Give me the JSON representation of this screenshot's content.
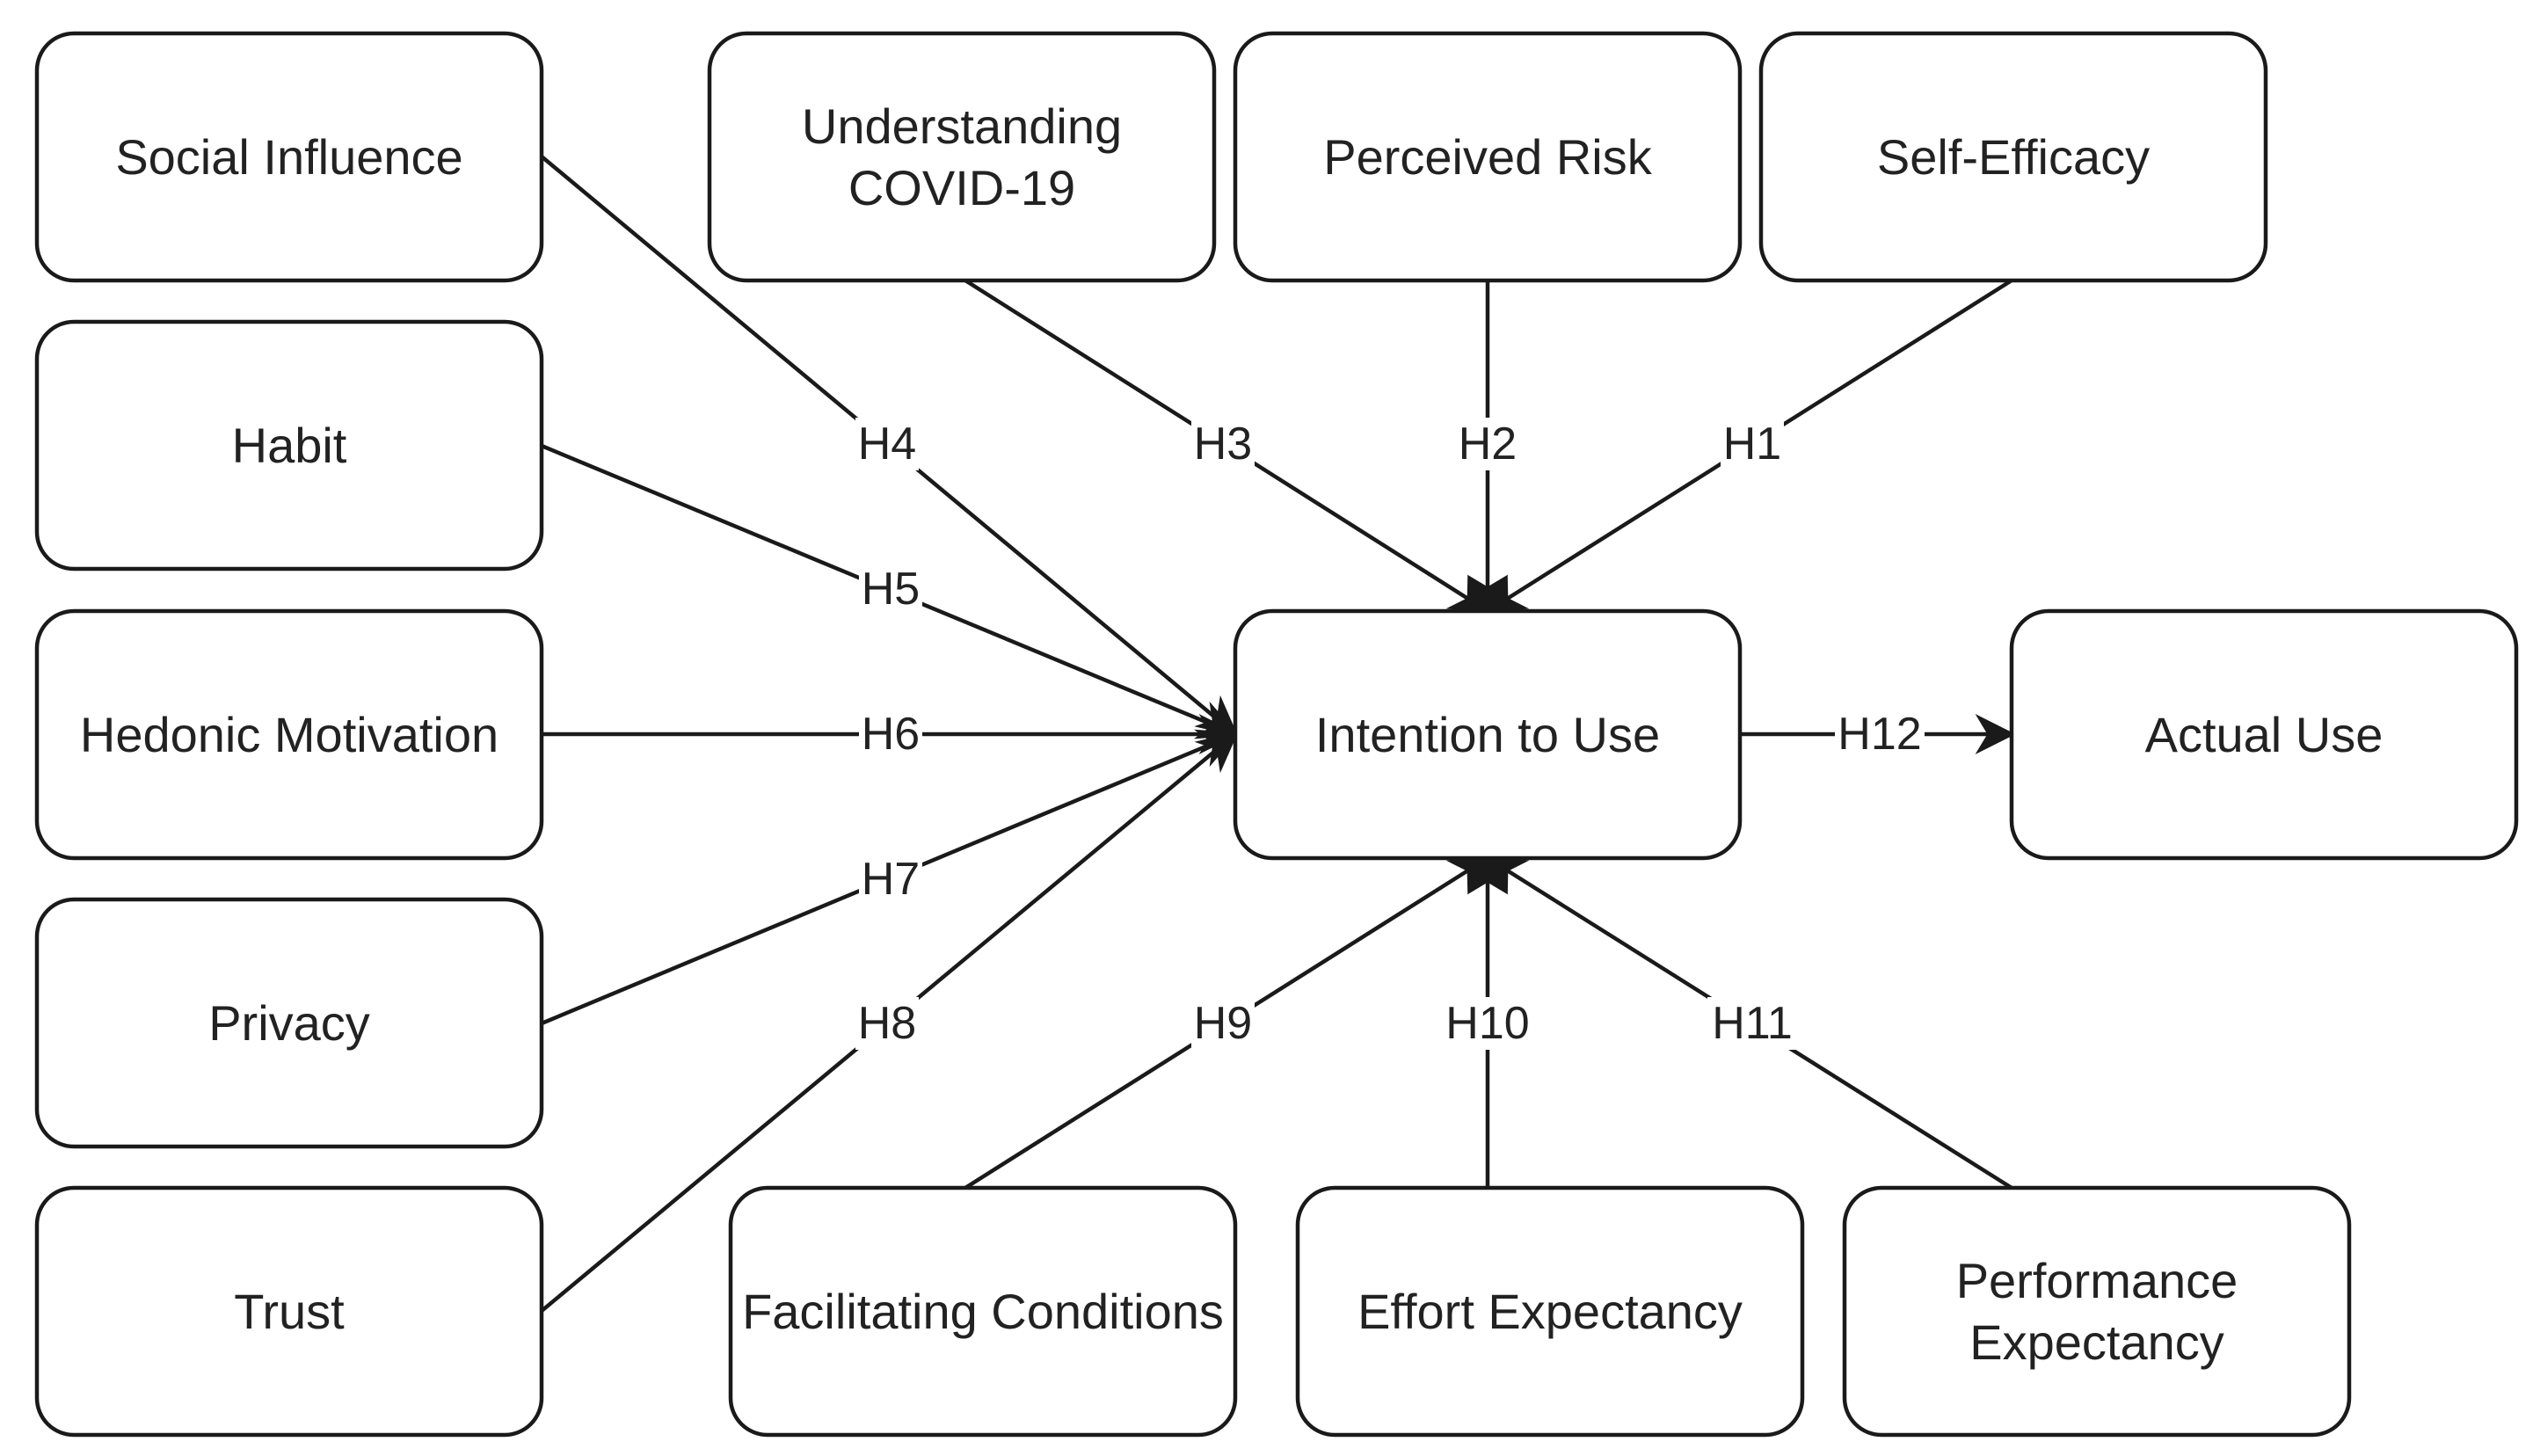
{
  "nodes": [
    {
      "id": "social-influence",
      "lines": [
        "Social Influence"
      ]
    },
    {
      "id": "habit",
      "lines": [
        "Habit"
      ]
    },
    {
      "id": "hedonic-motivation",
      "lines": [
        "Hedonic Motivation"
      ]
    },
    {
      "id": "privacy",
      "lines": [
        "Privacy"
      ]
    },
    {
      "id": "trust",
      "lines": [
        "Trust"
      ]
    },
    {
      "id": "understanding-covid-19",
      "lines": [
        "Understanding",
        "COVID-19"
      ]
    },
    {
      "id": "perceived-risk",
      "lines": [
        "Perceived Risk"
      ]
    },
    {
      "id": "self-efficacy",
      "lines": [
        "Self-Efficacy"
      ]
    },
    {
      "id": "intention-to-use",
      "lines": [
        "Intention to Use"
      ]
    },
    {
      "id": "actual-use",
      "lines": [
        "Actual Use"
      ]
    },
    {
      "id": "facilitating-conditions",
      "lines": [
        "Facilitating Conditions"
      ]
    },
    {
      "id": "effort-expectancy",
      "lines": [
        "Effort Expectancy"
      ]
    },
    {
      "id": "performance-expectancy",
      "lines": [
        "Performance",
        "Expectancy"
      ]
    }
  ],
  "edges": [
    {
      "from": "self-efficacy",
      "to": "intention-to-use",
      "label": "H1"
    },
    {
      "from": "perceived-risk",
      "to": "intention-to-use",
      "label": "H2"
    },
    {
      "from": "understanding-covid-19",
      "to": "intention-to-use",
      "label": "H3"
    },
    {
      "from": "social-influence",
      "to": "intention-to-use",
      "label": "H4"
    },
    {
      "from": "habit",
      "to": "intention-to-use",
      "label": "H5"
    },
    {
      "from": "hedonic-motivation",
      "to": "intention-to-use",
      "label": "H6"
    },
    {
      "from": "privacy",
      "to": "intention-to-use",
      "label": "H7"
    },
    {
      "from": "trust",
      "to": "intention-to-use",
      "label": "H8"
    },
    {
      "from": "facilitating-conditions",
      "to": "intention-to-use",
      "label": "H9"
    },
    {
      "from": "effort-expectancy",
      "to": "intention-to-use",
      "label": "H10"
    },
    {
      "from": "performance-expectancy",
      "to": "intention-to-use",
      "label": "H11"
    },
    {
      "from": "intention-to-use",
      "to": "actual-use",
      "label": "H12"
    }
  ]
}
